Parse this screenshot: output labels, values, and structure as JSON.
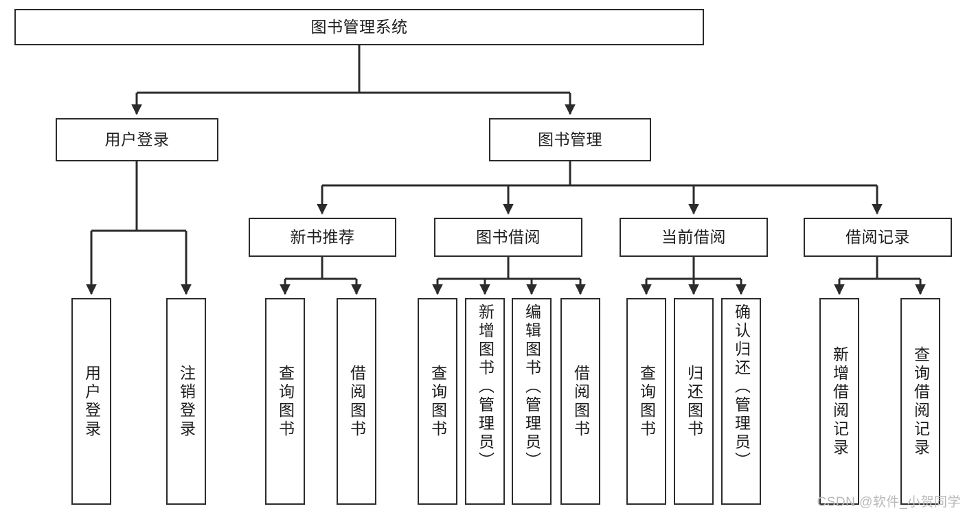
{
  "diagram": {
    "type": "tree",
    "title": "图书管理系统",
    "orientation": "top-down",
    "colors": {
      "box_border": "#2b2b2b",
      "box_fill": "#ffffff",
      "connector": "#2b2b2b",
      "text": "#1d1d1d",
      "watermark": "#b9b9b9"
    }
  },
  "root": {
    "label": "图书管理系统"
  },
  "level2": [
    {
      "label": "用户登录"
    },
    {
      "label": "图书管理"
    }
  ],
  "level3": [
    {
      "label": "新书推荐"
    },
    {
      "label": "图书借阅"
    },
    {
      "label": "当前借阅"
    },
    {
      "label": "借阅记录"
    }
  ],
  "leaves": {
    "user_login": [
      {
        "label": "用户登录"
      },
      {
        "label": "注销登录"
      }
    ],
    "new_book": [
      {
        "label": "查询图书"
      },
      {
        "label": "借阅图书"
      }
    ],
    "book_borrow": [
      {
        "label": "查询图书"
      },
      {
        "label": "新增图书（管理员）"
      },
      {
        "label": "编辑图书（管理员）"
      },
      {
        "label": "借阅图书"
      }
    ],
    "current_borrow": [
      {
        "label": "查询图书"
      },
      {
        "label": "归还图书"
      },
      {
        "label": "确认归还（管理员）"
      }
    ],
    "borrow_record": [
      {
        "label": "新增借阅记录"
      },
      {
        "label": "查询借阅记录"
      }
    ]
  },
  "watermark": {
    "text": "CSDN @软件_小贺同学"
  }
}
